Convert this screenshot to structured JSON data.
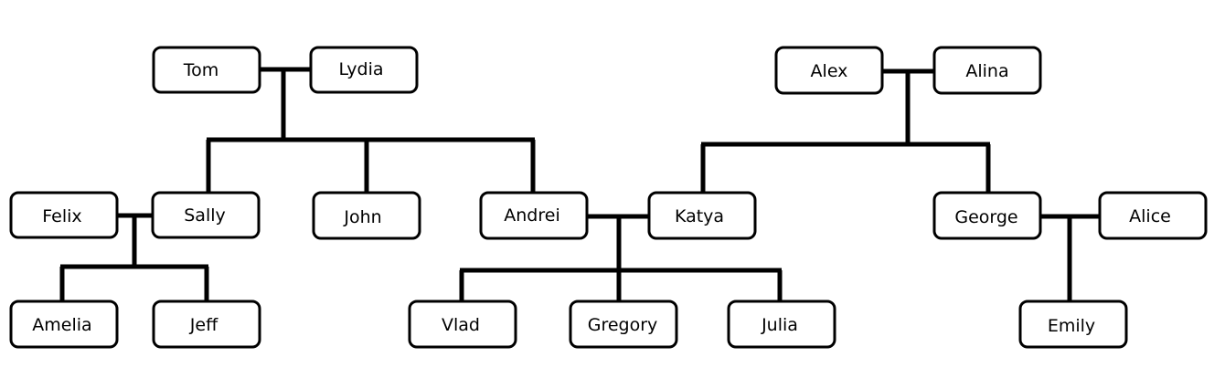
{
  "people": {
    "tom": "Tom",
    "lydia": "Lydia",
    "alex": "Alex",
    "alina": "Alina",
    "felix": "Felix",
    "sally": "Sally",
    "john": "John",
    "andrei": "Andrei",
    "katya": "Katya",
    "george": "George",
    "alice": "Alice",
    "amelia": "Amelia",
    "jeff": "Jeff",
    "vlad": "Vlad",
    "gregory": "Gregory",
    "julia": "Julia",
    "emily": "Emily"
  },
  "couples": [
    {
      "partners": [
        "tom",
        "lydia"
      ],
      "children": [
        "sally",
        "john",
        "andrei"
      ]
    },
    {
      "partners": [
        "alex",
        "alina"
      ],
      "children": [
        "katya",
        "george"
      ]
    },
    {
      "partners": [
        "felix",
        "sally"
      ],
      "children": [
        "amelia",
        "jeff"
      ]
    },
    {
      "partners": [
        "andrei",
        "katya"
      ],
      "children": [
        "vlad",
        "gregory",
        "julia"
      ]
    },
    {
      "partners": [
        "george",
        "alice"
      ],
      "children": [
        "emily"
      ]
    }
  ]
}
